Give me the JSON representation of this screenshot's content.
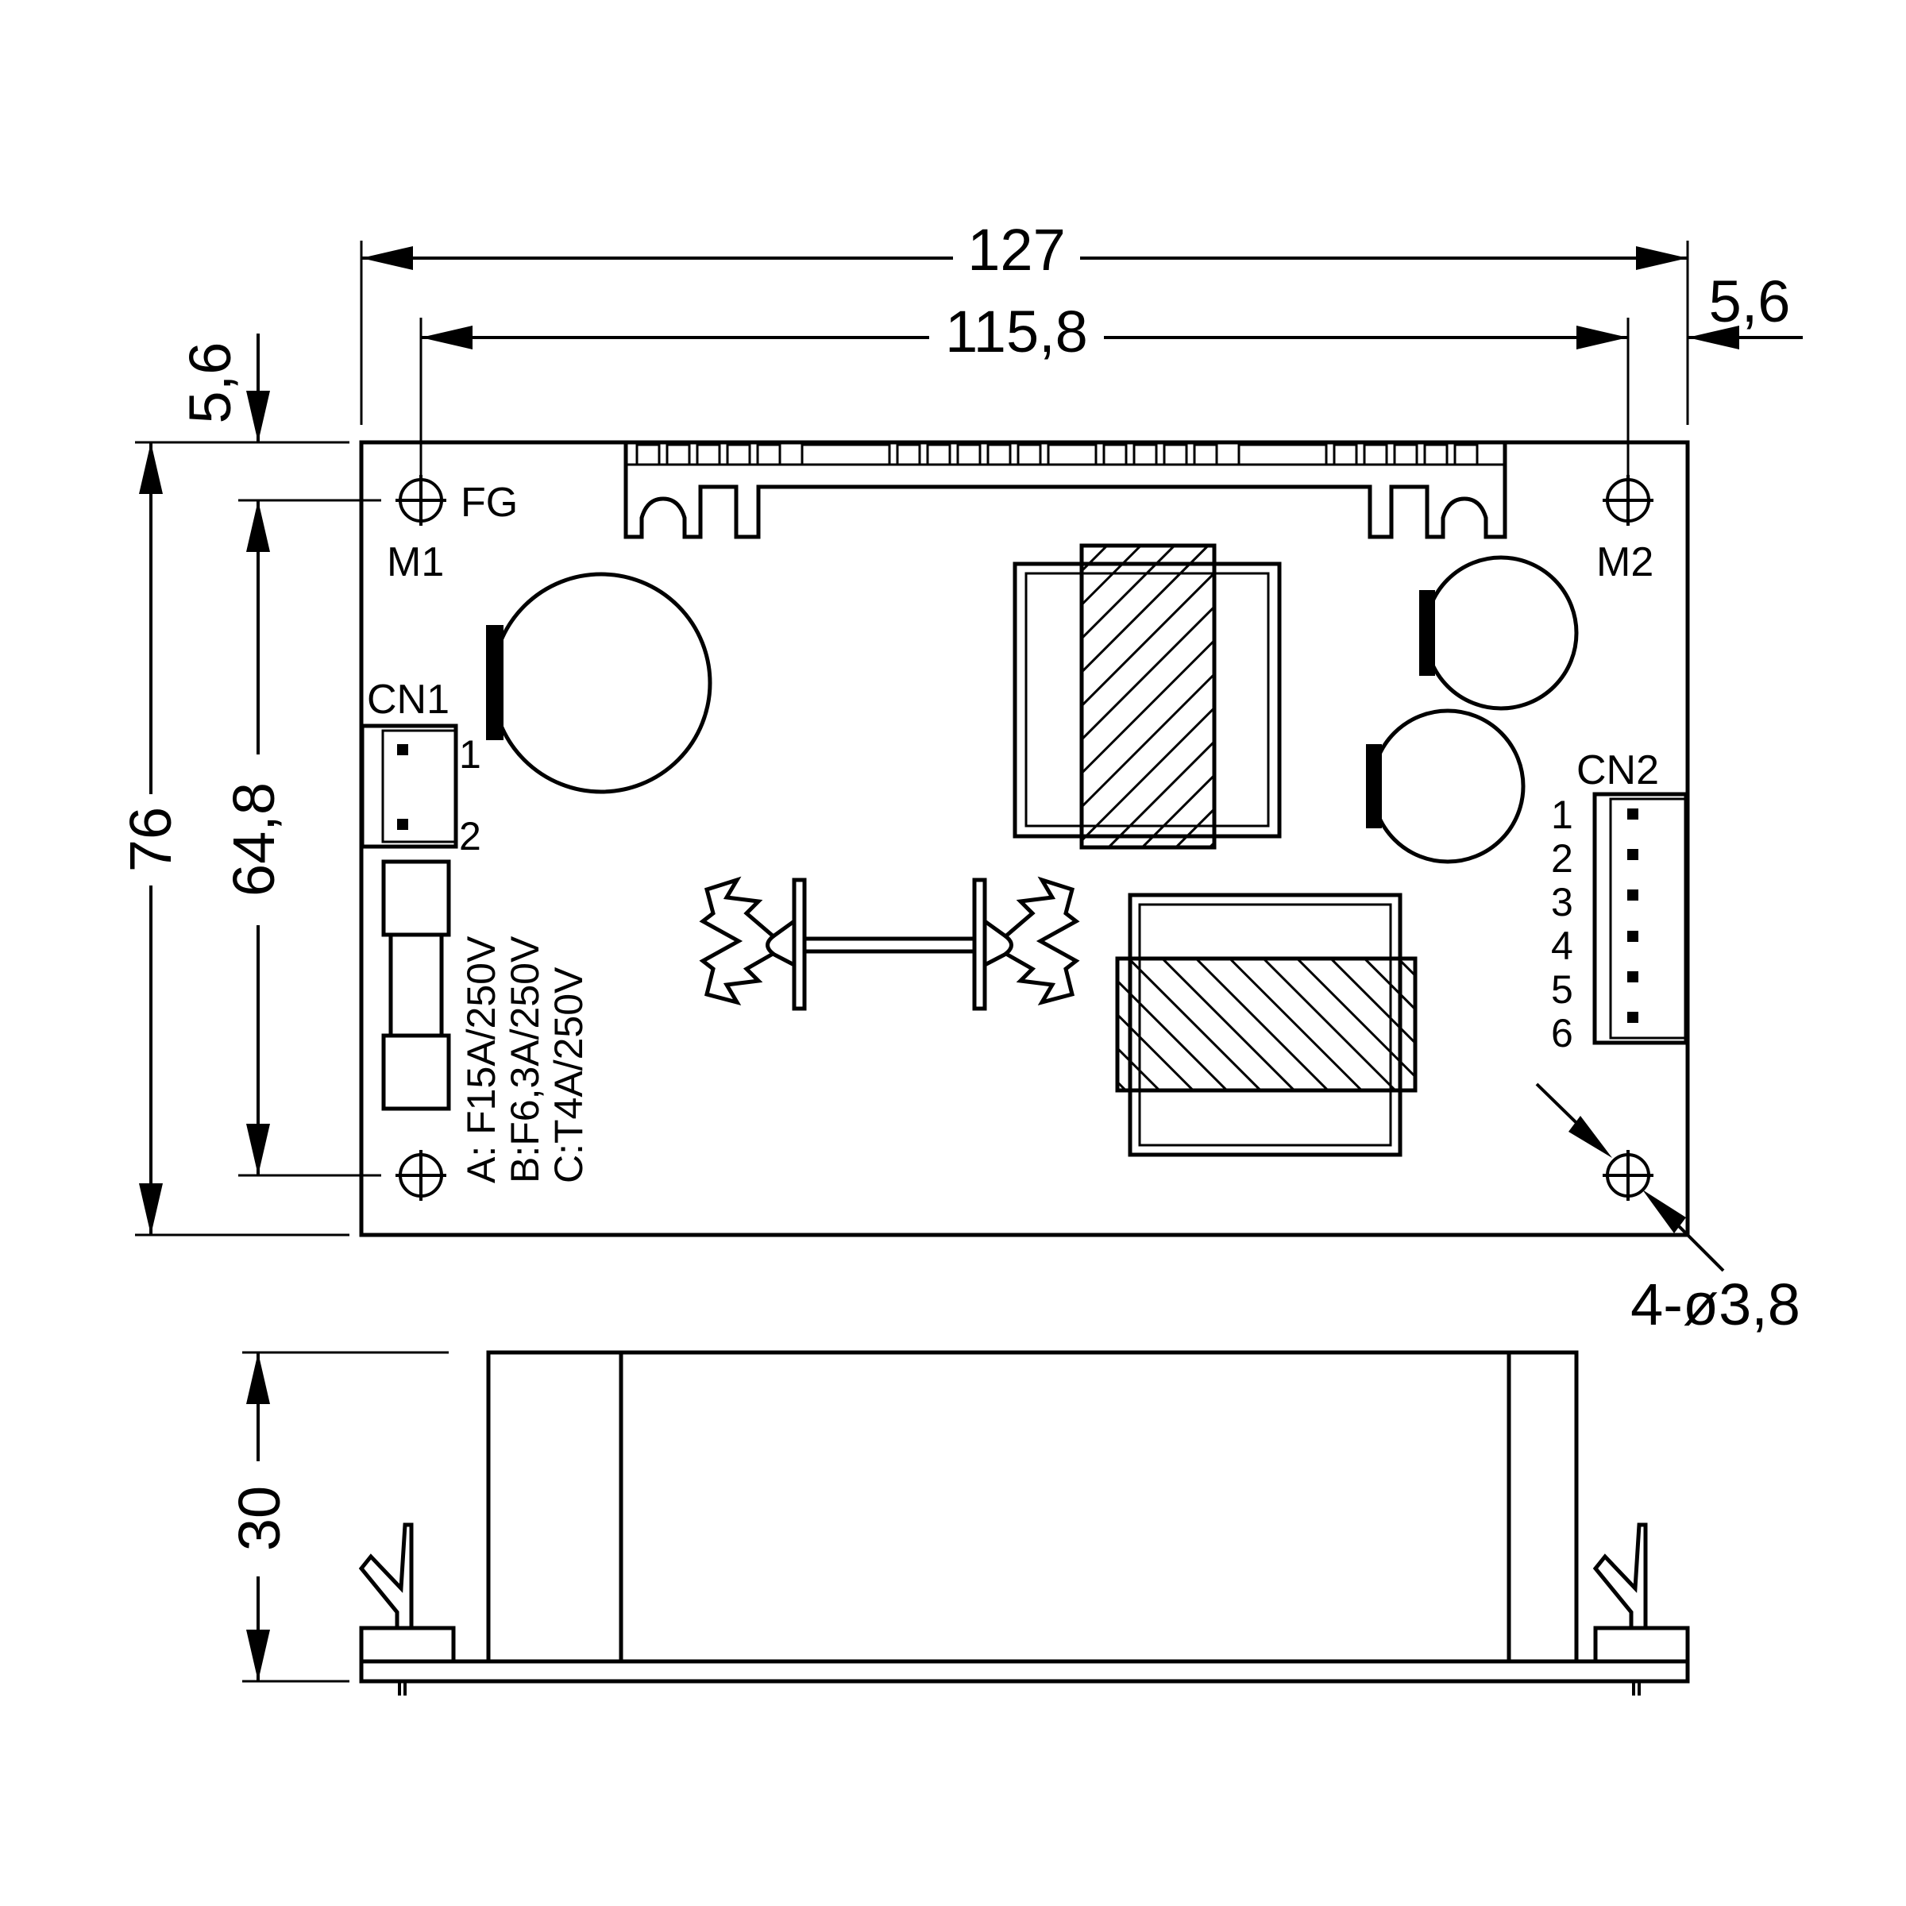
{
  "dimensions": {
    "overall_width": "127",
    "hole_spacing_width": "115,8",
    "right_offset": "5,6",
    "top_offset": "5,6",
    "overall_height": "76",
    "hole_spacing_height": "64,8",
    "side_height": "30",
    "mounting_holes": "4-ø3,8"
  },
  "labels": {
    "fg": "FG",
    "m1": "M1",
    "m2": "M2",
    "cn1": "CN1",
    "cn2": "CN2"
  },
  "cn1_pins": [
    "1",
    "2"
  ],
  "cn2_pins": [
    "1",
    "2",
    "3",
    "4",
    "5",
    "6"
  ],
  "fuse_ratings": [
    "A: F15A/250V",
    "B:F6,3A/250V",
    "C:T4A/250V"
  ]
}
